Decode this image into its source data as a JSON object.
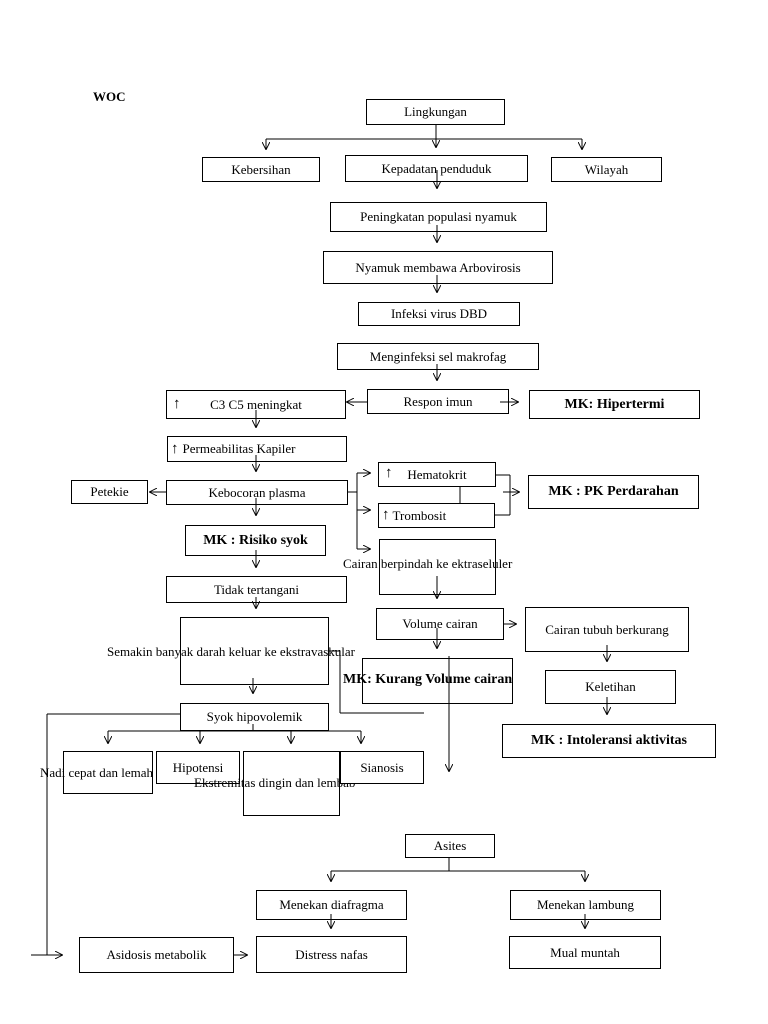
{
  "title": "WOC",
  "nodes": {
    "lingkungan": "Lingkungan",
    "kebersihan": "Kebersihan",
    "kepadatan": "Kepadatan penduduk",
    "wilayah": "Wilayah",
    "peningkatan": "Peningkatan populasi nyamuk",
    "nyamuk": "Nyamuk membawa Arbovirosis",
    "infeksi": "Infeksi virus DBD",
    "menginfeksi": "Menginfeksi sel makrofag",
    "c3c5": "C3 C5 meningkat",
    "respon": "Respon imun",
    "hipertermi": "MK: Hipertermi",
    "permeabilitas": "Permeabilitas Kapiler",
    "hematokrit": "Hematokrit",
    "pk": "MK : PK Perdarahan",
    "petekie": "Petekie",
    "kebocoran": "Kebocoran plasma",
    "trombosit": "Trombosit",
    "risiko_syok": "MK : Risiko syok",
    "cairan_pindah": "Cairan berpindah ke ektraseluler",
    "tidak_tertangani": "Tidak tertangani",
    "volume": "Volume cairan",
    "cairan_tubuh": "Cairan tubuh berkurang",
    "semakin": "Semakin banyak darah keluar ke ekstravaskular",
    "kurang_volume": "MK: Kurang Volume cairan",
    "keletihan": "Keletihan",
    "syok": "Syok hipovolemik",
    "intoleransi": "MK : Intoleransi aktivitas",
    "nadi": "Nadi cepat dan lemah",
    "hipotensi": "Hipotensi",
    "ekstremitas": "Ekstremitas dingin dan lembab",
    "sianosis": "Sianosis",
    "asites": "Asites",
    "diafragma": "Menekan diafragma",
    "lambung": "Menekan lambung",
    "asidosis": "Asidosis metabolik",
    "distress": "Distress nafas",
    "mual": "Mual muntah"
  }
}
